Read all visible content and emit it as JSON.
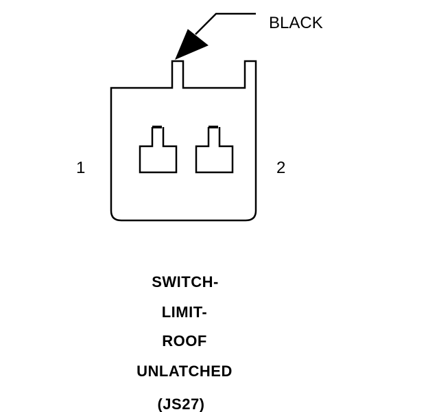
{
  "connector": {
    "color_callout": "BLACK",
    "pin_labels": [
      "1",
      "2"
    ],
    "title_lines": [
      "SWITCH-",
      "LIMIT-",
      "ROOF",
      "UNLATCHED"
    ],
    "connector_id": "(JS27)"
  },
  "colors": {
    "line": "#000000",
    "background": "#ffffff"
  }
}
